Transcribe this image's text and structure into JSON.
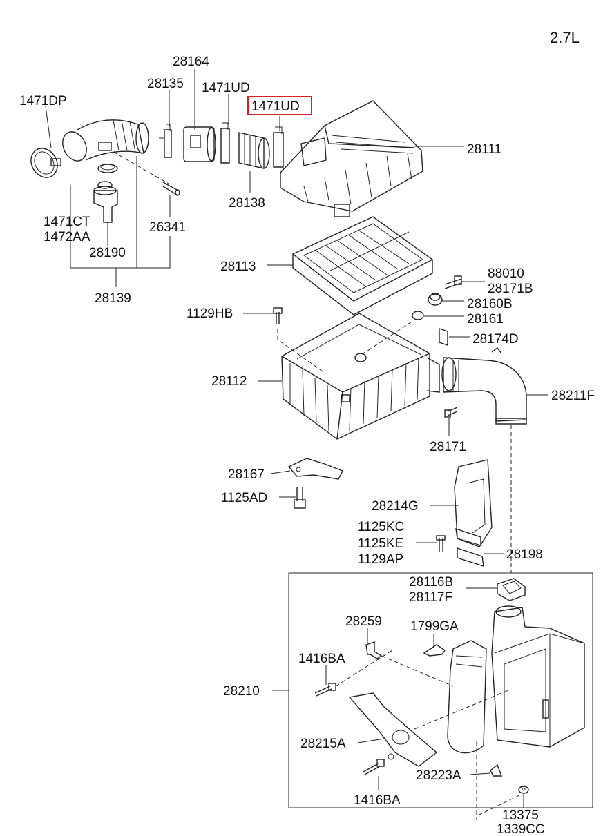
{
  "engine": "2.7L",
  "labels": {
    "p1471DP": "1471DP",
    "p28135": "28135",
    "p28164": "28164",
    "p1471UD_a": "1471UD",
    "p1471UD_b": "1471UD",
    "p28111": "28111",
    "p28138": "28138",
    "p1471CT": "1471CT",
    "p1472AA": "1472AA",
    "p26341": "26341",
    "p28190": "28190",
    "p28139": "28139",
    "p28113": "28113",
    "p88010": "88010",
    "p28171B": "28171B",
    "p28160B": "28160B",
    "p1129HB": "1129HB",
    "p28161": "28161",
    "p28174D": "28174D",
    "p28112": "28112",
    "p28211F": "28211F",
    "p28171": "28171",
    "p28167": "28167",
    "p1125AD": "1125AD",
    "p28214G": "28214G",
    "p1125KC": "1125KC",
    "p1125KE": "1125KE",
    "p1129AP": "1129AP",
    "p28198": "28198",
    "p28116B": "28116B",
    "p28117F": "28117F",
    "p28259": "28259",
    "p1799GA": "1799GA",
    "p1416BA_a": "1416BA",
    "p28210": "28210",
    "p28215A": "28215A",
    "p28223A": "28223A",
    "p1416BA_b": "1416BA",
    "p13375": "13375",
    "p1339CC": "1339CC"
  },
  "highlight_color": "#d81f26"
}
